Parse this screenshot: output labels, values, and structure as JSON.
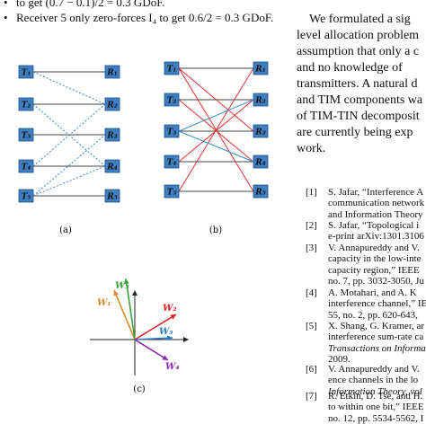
{
  "bullets": [
    "to get (0.7 − 0.1)/2 = 0.3 GDoF.",
    "Receiver 5 only zero-forces I₄ to get 0.6/2 = 0.3 GDoF."
  ],
  "right_column": [
    "We formulated a sig",
    "level allocation problem",
    "assumption that only a c",
    "and no knowledge of",
    "transmitters. A natural d",
    "and TIM components wa",
    "of TIM-TIN decomposit",
    "are currently being exp",
    "work."
  ],
  "references": [
    {
      "num": "[1]",
      "lines": [
        {
          "text": "S. Jafar, “Interference A",
          "italic": false
        },
        {
          "text": "communication network",
          "italic": false
        },
        {
          "text": "and Information Theory",
          "italic": false
        }
      ]
    },
    {
      "num": "[2]",
      "lines": [
        {
          "text": "S. Jafar, “Topological i",
          "italic": false
        },
        {
          "text": "e-print arXiv:1301.3106",
          "italic": false
        }
      ]
    },
    {
      "num": "[3]",
      "lines": [
        {
          "text": "V. Annapureddy and V.",
          "italic": false
        },
        {
          "text": "capacity in the low-inte",
          "italic": false
        },
        {
          "text": "capacity region,” IEEE",
          "italic": false
        },
        {
          "text": "no. 7, pp. 3032-3050, Ju",
          "italic": false
        }
      ]
    },
    {
      "num": "[4]",
      "lines": [
        {
          "text": "A. Motahari, and A. K",
          "italic": false
        },
        {
          "text": "interference channel,” IE",
          "italic": false
        },
        {
          "text": "55, no. 2, pp. 620-643,",
          "italic": false
        }
      ]
    },
    {
      "num": "[5]",
      "lines": [
        {
          "text": "X. Shang, G. Kramer, ar",
          "italic": false
        },
        {
          "text": "interference sum-rate ca",
          "italic": false
        },
        {
          "text": "Transactions on Informa",
          "italic": true
        },
        {
          "text": "2009.",
          "italic": false
        }
      ]
    },
    {
      "num": "[6]",
      "lines": [
        {
          "text": "V. Annapureddy and V.",
          "italic": false
        },
        {
          "text": "ence channels in the lo",
          "italic": false
        },
        {
          "text": "Information Theory, vol",
          "italic": true
        }
      ]
    },
    {
      "num": "[7]",
      "lines": [
        {
          "text": "R. Etkin, D. Tse, and H.",
          "italic": false
        },
        {
          "text": "to within one bit,” IEEE",
          "italic": false
        },
        {
          "text": "no. 12, pp. 5534-5562, I",
          "italic": false
        }
      ]
    }
  ],
  "figure": {
    "captions": [
      "(a)",
      "(b)",
      "(c)"
    ],
    "tx_labels": [
      "T₁",
      "T₂",
      "T₃",
      "T₄",
      "T₅"
    ],
    "rx_labels": [
      "R₁",
      "R₂",
      "R₃",
      "R₄",
      "R₅"
    ],
    "vectors": [
      {
        "label": "W₁",
        "color": "#d98a2b"
      },
      {
        "label": "W₃",
        "color": "#3aa53a"
      },
      {
        "label": "W₂",
        "color": "#e02020"
      },
      {
        "label": "W₅",
        "color": "#2a7cc4"
      },
      {
        "label": "W₄",
        "color": "#8a2bb0"
      }
    ],
    "colors": {
      "node_fill": "#3f7fc2",
      "node_border": "#1f4f86",
      "direct_link": "#444444",
      "dashed_link": "#3a82c6",
      "red_link": "#e23030",
      "blue_link": "#3a8fd0"
    }
  }
}
